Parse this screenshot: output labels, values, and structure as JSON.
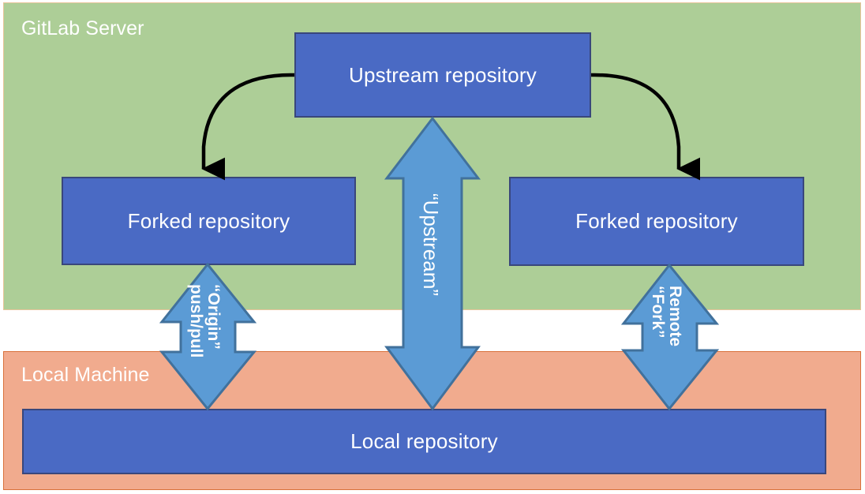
{
  "diagram": {
    "title": "GitLab fork workflow diagram",
    "zones": [
      {
        "id": "gitlab-server",
        "label": "GitLab Server",
        "fill": "#adce97",
        "stroke": "#e8c49a"
      },
      {
        "id": "local-machine",
        "label": "Local Machine",
        "fill": "#f1ab8e",
        "stroke": "#d9713b"
      }
    ],
    "boxes": [
      {
        "id": "upstream-repository",
        "label": "Upstream repository",
        "zone": "gitlab-server",
        "fill": "#4a6ac4",
        "stroke": "#39477c"
      },
      {
        "id": "forked-repository-left",
        "label": "Forked repository",
        "zone": "gitlab-server",
        "fill": "#4a6ac4",
        "stroke": "#39477c"
      },
      {
        "id": "forked-repository-right",
        "label": "Forked repository",
        "zone": "gitlab-server",
        "fill": "#4a6ac4",
        "stroke": "#39477c"
      },
      {
        "id": "local-repository",
        "label": "Local repository",
        "zone": "local-machine",
        "fill": "#4a6ac4",
        "stroke": "#39477c"
      }
    ],
    "arrows": [
      {
        "id": "upstream-to-fork-left",
        "kind": "curved",
        "direction": "one-way",
        "from": "upstream-repository",
        "to": "forked-repository-left",
        "label": "",
        "color": "#000000"
      },
      {
        "id": "upstream-to-fork-right",
        "kind": "curved",
        "direction": "one-way",
        "from": "upstream-repository",
        "to": "forked-repository-right",
        "label": "",
        "color": "#000000"
      },
      {
        "id": "upstream-remote",
        "kind": "block",
        "direction": "two-way",
        "from": "upstream-repository",
        "to": "local-repository",
        "label_lines": [
          "“Upstream”"
        ],
        "fill": "#5b9bd5",
        "stroke": "#41719c"
      },
      {
        "id": "origin-remote",
        "kind": "block",
        "direction": "two-way",
        "from": "forked-repository-left",
        "to": "local-repository",
        "label_lines": [
          "“Origin”",
          "push/pull"
        ],
        "fill": "#5b9bd5",
        "stroke": "#41719c"
      },
      {
        "id": "fork-remote",
        "kind": "block",
        "direction": "two-way",
        "from": "forked-repository-right",
        "to": "local-repository",
        "label_lines": [
          "Remote",
          "“Fork”"
        ],
        "fill": "#5b9bd5",
        "stroke": "#41719c"
      }
    ]
  }
}
